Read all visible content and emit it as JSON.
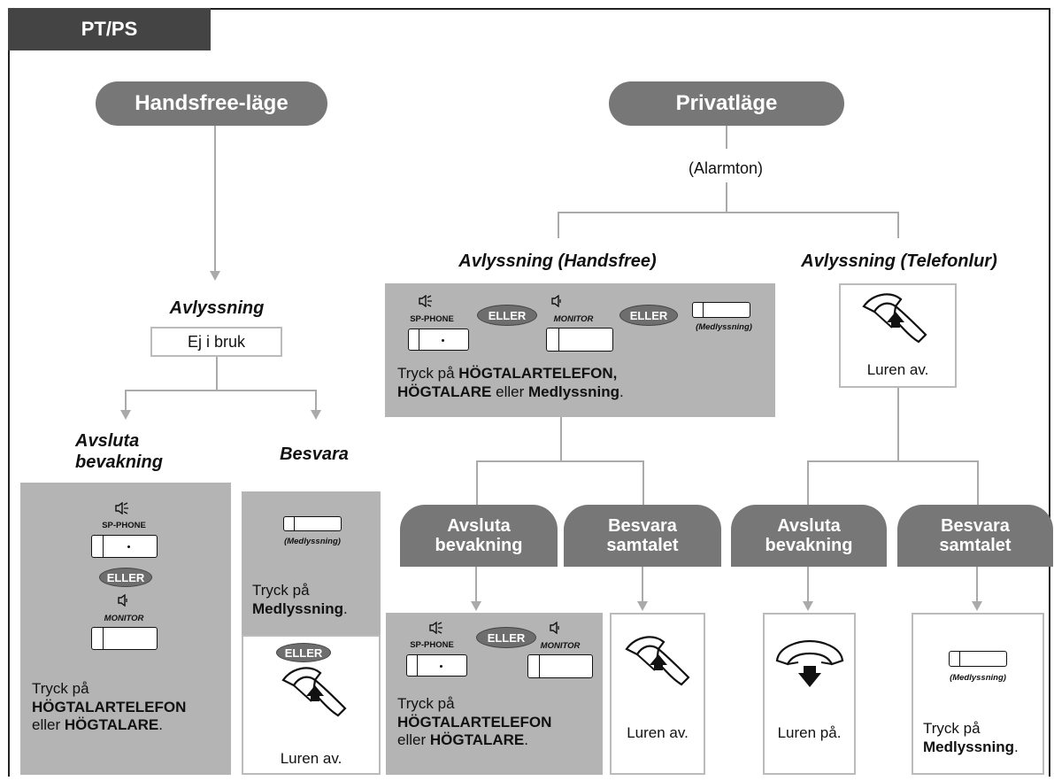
{
  "header": {
    "tab": "PT/PS"
  },
  "modes": {
    "handsfree": "Handsfree-läge",
    "private": "Privatläge"
  },
  "alarm": "(Alarmton)",
  "listen": {
    "handsfree_mode": "Avlyssning",
    "not_used": "Ej i bruk",
    "private_hf": "Avlyssning (Handsfree)",
    "private_tel": "Avlyssning (Telefonlur)"
  },
  "branches": {
    "end_surveillance": "Avsluta bevakning",
    "answer": "Besvara",
    "answer_call": "Besvara samtalet"
  },
  "keys": {
    "sp_phone": "SP-PHONE",
    "monitor": "MONITOR",
    "medlyssning": "(Medlyssning)",
    "or": "ELLER"
  },
  "labels": {
    "press": "Tryck på",
    "hogtalartelefon": "HÖGTALARTELEFON",
    "hogtalartelefon_comma": "HÖGTALARTELEFON,",
    "hogtalare": "HÖGTALARE",
    "or_word": "eller",
    "medlyssning": "Medlyssning",
    "period": ".",
    "handset_off": "Luren av.",
    "handset_on": "Luren på."
  },
  "colors": {
    "tab_bg": "#444444",
    "pill_bg": "#777777",
    "panel_bg": "#b4b4b4",
    "line": "#aaaaaa"
  }
}
